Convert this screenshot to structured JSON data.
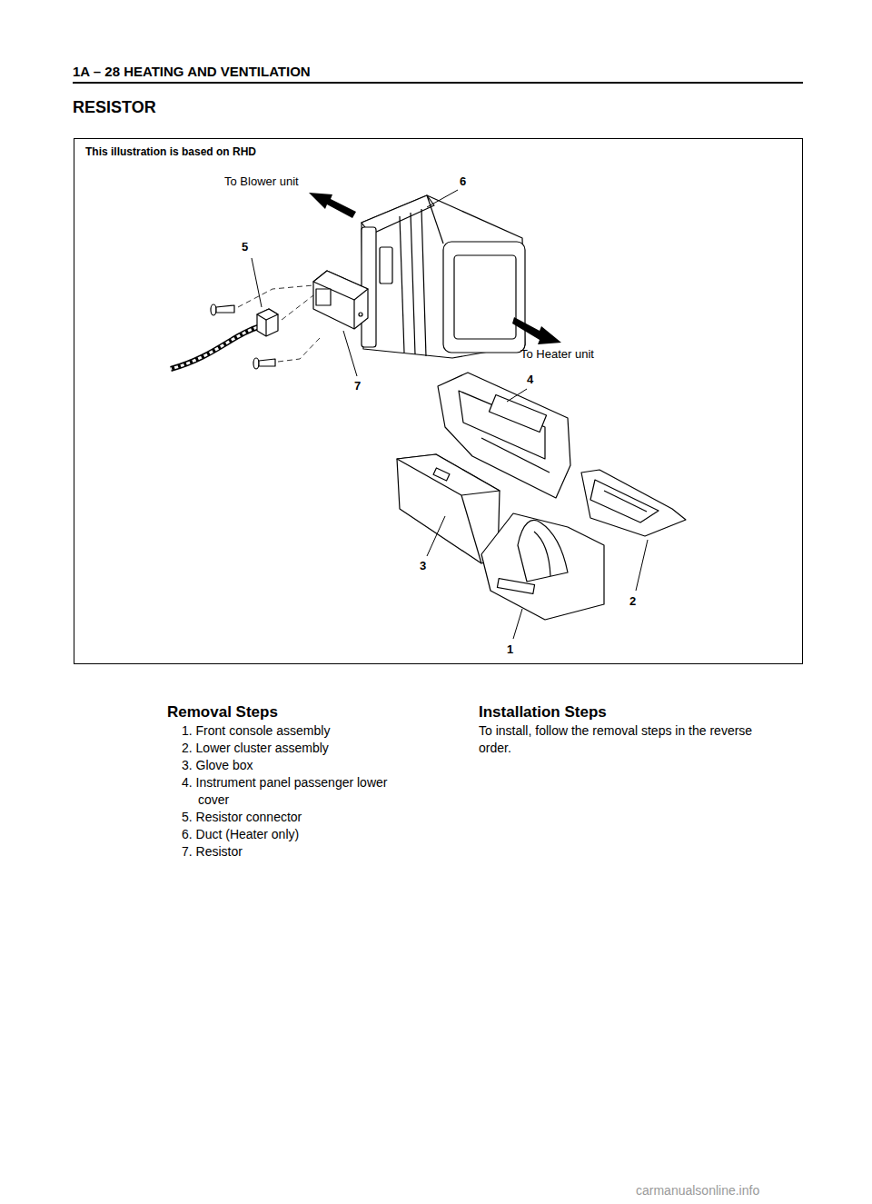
{
  "diagram": {
    "title": "RESISTOR",
    "nodes": [
      {
        "text": [
          "This illustration is based on RHD"
        ]
      }
    ],
    "labels": [
      "1A – 28 HEATING AND VENTILATION",
      "To Blower unit",
      "6",
      "5",
      "To Heater unit",
      "4",
      "7",
      "3",
      "2",
      "1",
      "Removal Steps",
      "1. Front console assembly",
      "2. Lower cluster assembly",
      "3. Glove box",
      "4. Instrument panel passenger lower cover",
      "5. Resistor connector",
      "6. Duct (Heater only)",
      "7. Resistor",
      "Installation Steps",
      "To install, follow the removal steps in the reverse order.",
      "carmanualsonline.info"
    ]
  }
}
